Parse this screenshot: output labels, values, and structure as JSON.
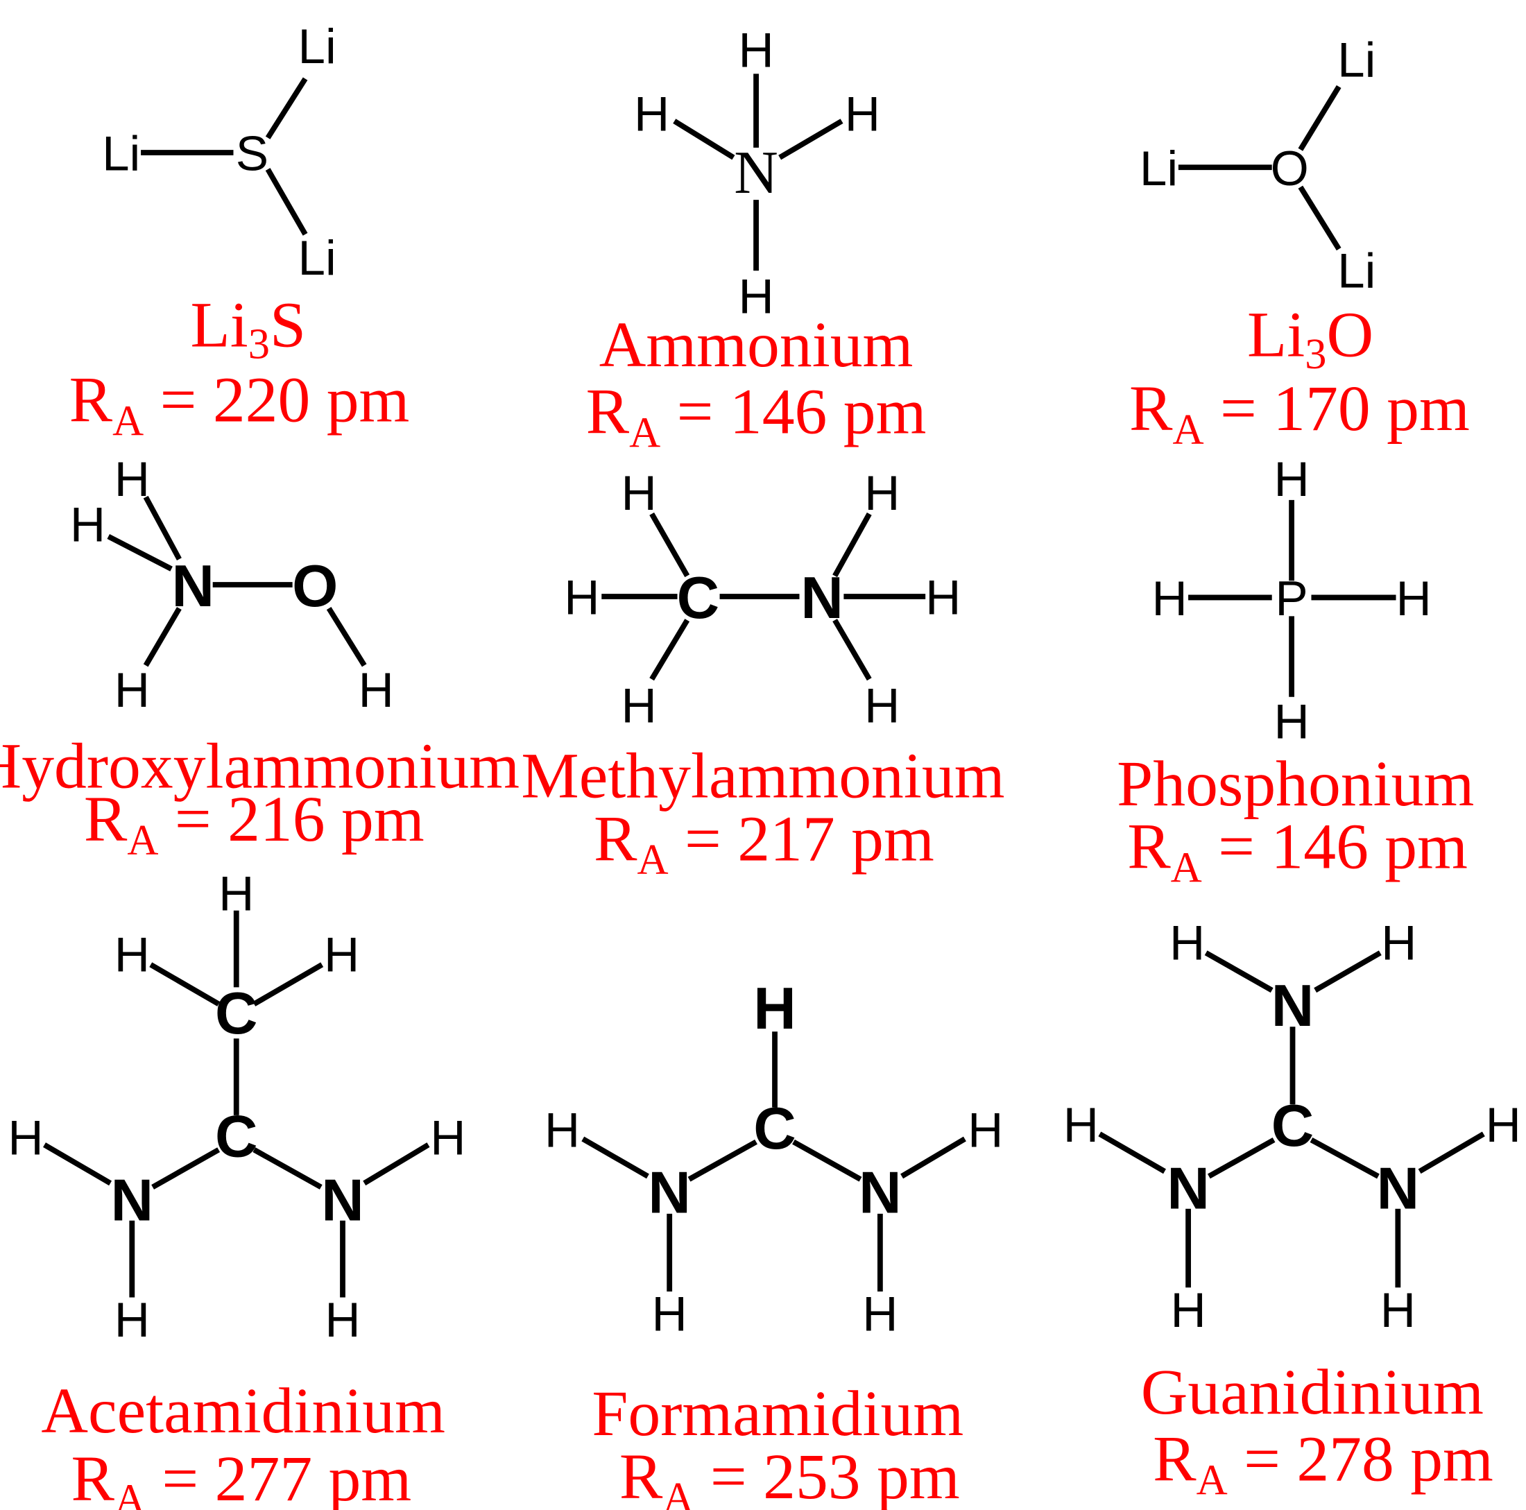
{
  "molecules": [
    {
      "name": "Li3S",
      "name_main": "Li",
      "name_sub": "3",
      "name_tail": "S",
      "radius_label": "R",
      "radius_sub": "A",
      "radius_value": "= 220 pm",
      "atoms": {
        "center": "S",
        "a1": "Li",
        "a2": "Li",
        "a3": "Li"
      }
    },
    {
      "name": "Ammonium",
      "radius_label": "R",
      "radius_sub": "A",
      "radius_value": "= 146 pm",
      "atoms": {
        "center": "N",
        "a1": "H",
        "a2": "H",
        "a3": "H",
        "a4": "H"
      }
    },
    {
      "name": "Li3O",
      "name_main": "Li",
      "name_sub": "3",
      "name_tail": "O",
      "radius_label": "R",
      "radius_sub": "A",
      "radius_value": "= 170 pm",
      "atoms": {
        "center": "O",
        "a1": "Li",
        "a2": "Li",
        "a3": "Li"
      }
    },
    {
      "name": "Hydroxylammonium",
      "radius_label": "R",
      "radius_sub": "A",
      "radius_value": "= 216 pm",
      "atoms": {
        "n": "N",
        "o": "O",
        "h1": "H",
        "h2": "H",
        "h3": "H",
        "h4": "H"
      }
    },
    {
      "name": "Methylammonium",
      "radius_label": "R",
      "radius_sub": "A",
      "radius_value": "= 217 pm",
      "atoms": {
        "c": "C",
        "n": "N",
        "h1": "H",
        "h2": "H",
        "h3": "H",
        "h4": "H",
        "h5": "H",
        "h6": "H"
      }
    },
    {
      "name": "Phosphonium",
      "radius_label": "R",
      "radius_sub": "A",
      "radius_value": "= 146 pm",
      "atoms": {
        "center": "P",
        "a1": "H",
        "a2": "H",
        "a3": "H",
        "a4": "H"
      }
    },
    {
      "name": "Acetamidinium",
      "radius_label": "R",
      "radius_sub": "A",
      "radius_value": "= 277 pm",
      "atoms": {
        "c1": "C",
        "c2": "C",
        "n1": "N",
        "n2": "N",
        "h1": "H",
        "h2": "H",
        "h3": "H",
        "h4": "H",
        "h5": "H",
        "h6": "H",
        "h7": "H"
      }
    },
    {
      "name": "Formamidium",
      "radius_label": "R",
      "radius_sub": "A",
      "radius_value": "= 253 pm",
      "atoms": {
        "c": "C",
        "n1": "N",
        "n2": "N",
        "h1": "H",
        "h2": "H",
        "h3": "H",
        "h4": "H",
        "h5": "H"
      }
    },
    {
      "name": "Guanidinium",
      "radius_label": "R",
      "radius_sub": "A",
      "radius_value": "= 278 pm",
      "atoms": {
        "c": "C",
        "n1": "N",
        "n2": "N",
        "n3": "N",
        "h1": "H",
        "h2": "H",
        "h3": "H",
        "h4": "H",
        "h5": "H",
        "h6": "H"
      }
    }
  ]
}
